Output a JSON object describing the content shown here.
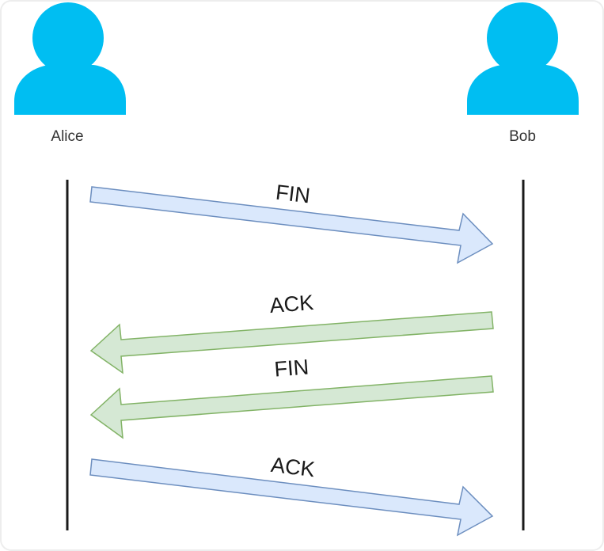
{
  "actors": [
    {
      "name": "Alice",
      "icon": "user-icon"
    },
    {
      "name": "Bob",
      "icon": "user-icon"
    }
  ],
  "messages": [
    {
      "label": "FIN",
      "from": "Alice",
      "to": "Bob",
      "color": "blue"
    },
    {
      "label": "ACK",
      "from": "Bob",
      "to": "Alice",
      "color": "green"
    },
    {
      "label": "FIN",
      "from": "Bob",
      "to": "Alice",
      "color": "green"
    },
    {
      "label": "ACK",
      "from": "Alice",
      "to": "Bob",
      "color": "blue"
    }
  ],
  "colors": {
    "actor_icon": "#00BEF2",
    "blue_fill": "#DAE8FC",
    "blue_stroke": "#6C8EBF",
    "green_fill": "#D5E8D4",
    "green_stroke": "#82B366",
    "lifeline": "#1A1A1A"
  }
}
